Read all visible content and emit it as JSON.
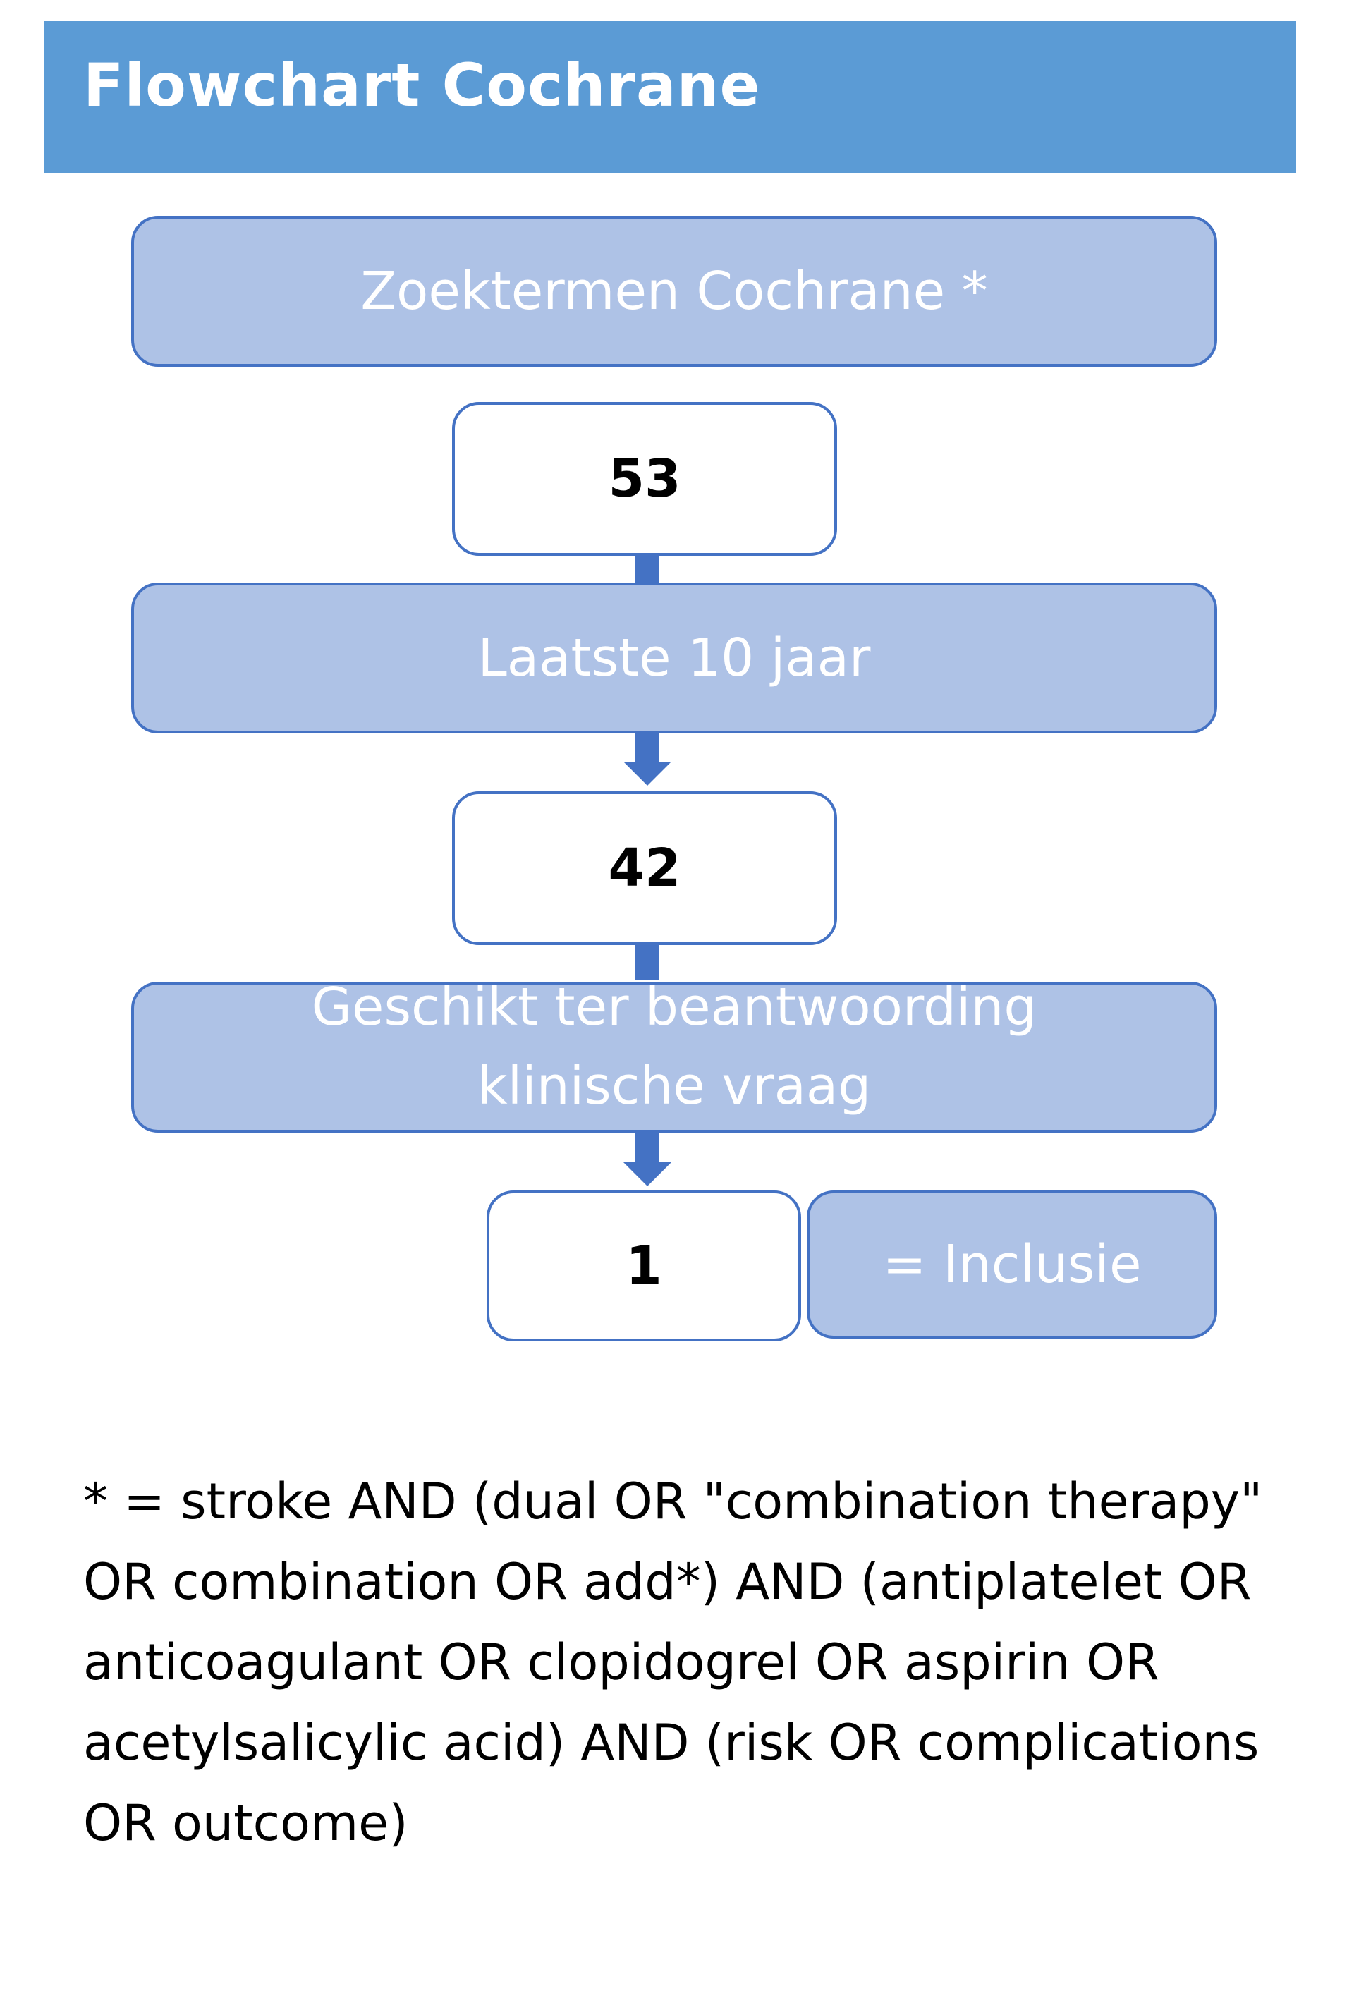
{
  "header": {
    "title": "Flowchart Cochrane"
  },
  "flow": {
    "search_terms": "Zoektermen Cochrane *",
    "count_initial": "53",
    "filter_years": "Laatste 10 jaar",
    "count_after_filter": "42",
    "suitability_line1": "Geschikt ter beantwoording",
    "suitability_line2": "klinische vraag",
    "count_final": "1",
    "inclusion_label": "= Inclusie"
  },
  "footnote": {
    "text": "* = stroke AND (dual OR \"combination therapy\" OR combination OR add*) AND (antiplatelet OR anticoagulant OR clopidogrel OR aspirin OR acetylsalicylic acid) AND (risk OR complications OR outcome)"
  },
  "colors": {
    "header_bg": "#5b9bd5",
    "step_fill": "#aec2e6",
    "border_and_arrow": "#4472c4",
    "count_fill": "#ffffff"
  }
}
